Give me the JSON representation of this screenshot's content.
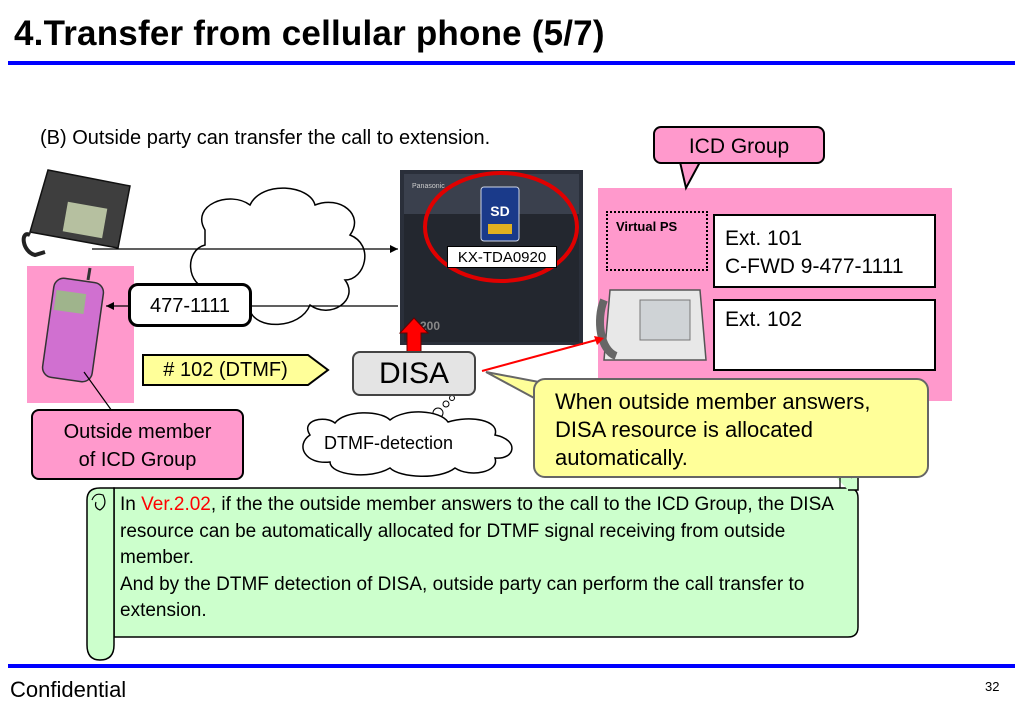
{
  "title": "4.Transfer from cellular phone (5/7)",
  "subtitle": "(B) Outside party can transfer the call to extension.",
  "icd_group_label": "ICD Group",
  "virtual_ps_label": "Virtual PS",
  "ext_101": {
    "line1": "Ext. 101",
    "line2": "C-FWD 9-477-1111"
  },
  "ext_102": "Ext. 102",
  "model_label": "KX-TDA0920",
  "dialed_number": "477-1111",
  "dtmf_tag": "# 102 (DTMF)",
  "disa_label": "DISA",
  "dtmf_detection": "DTMF-detection",
  "outside_member": {
    "line1": "Outside member",
    "line2": "of ICD Group"
  },
  "callout_text": "When outside member answers, DISA resource is allocated automatically.",
  "note": {
    "prefix": "In ",
    "version": "Ver.2.02",
    "rest": ", if the the outside member answers to the call to the ICD Group, the DISA resource can be automatically allocated for DTMF signal receiving from outside member.",
    "line2": "And by the DTMF detection of DISA, outside party can perform the call transfer to extension."
  },
  "footer_left": "Confidential",
  "page_number": "32",
  "colors": {
    "accent_blue": "#0000ff",
    "pink": "#ff99cc",
    "yellow": "#ffff99",
    "green": "#ccffcc",
    "red": "#ff0000"
  }
}
